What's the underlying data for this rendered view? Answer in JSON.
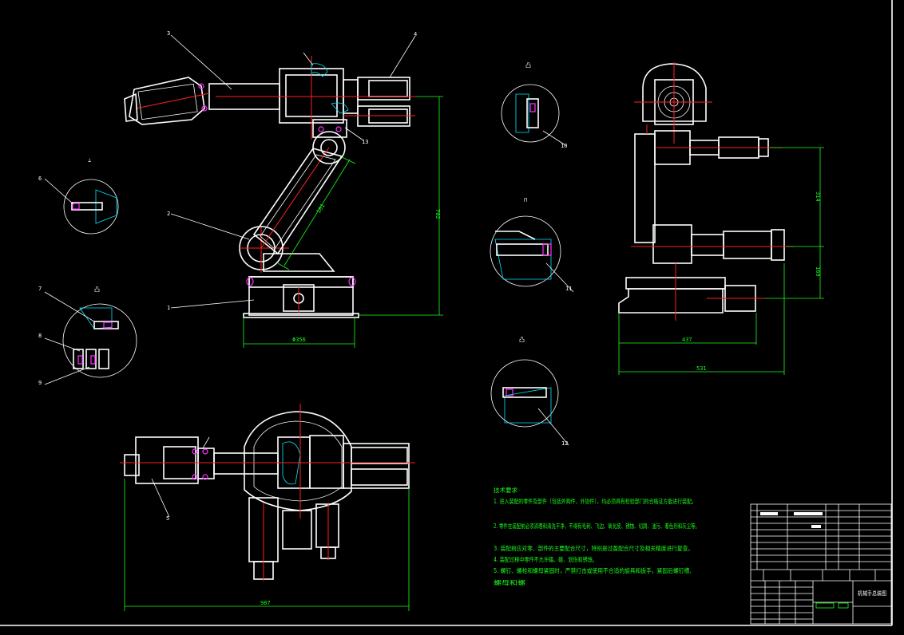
{
  "drawing": {
    "part_labels": [
      "1",
      "2",
      "3",
      "4",
      "5",
      "6",
      "7",
      "8",
      "9",
      "10",
      "11",
      "12",
      "13"
    ],
    "dimensions": {
      "base_diameter": "Φ356",
      "upper_arm": "181",
      "total_height": "702",
      "side_base_width": "437",
      "side_total_width": "531",
      "side_upper": "314",
      "side_lower": "169",
      "top_length": "987"
    },
    "technical_requirements": {
      "title": "技术要求",
      "lines": [
        "1. 进入装配的零件及部件（包括外购件、外协件），均必须具有检验部门的合格证方能进行装配。",
        "2. 零件在装配前必须清理和清洗干净，不得有毛刺、飞边、氧化皮、锈蚀、切屑、油污、着色剂和灰尘等。",
        "3. 装配前应对零、部件的主要配合尺寸，特别是过盈配合尺寸及相关精度进行复查。",
        "4. 装配过程中零件不允许磕、碰、划伤和锈蚀。",
        "5. 螺钉、螺栓和螺母紧固时，严禁打击或使用不合适的旋具和扳手，紧固后螺钉槽、",
        "螺母和螺"
      ]
    },
    "title_block": {
      "drawing_name": "机械手总装图",
      "small_label": "总装图"
    },
    "colors": {
      "outline": "#ffffff",
      "centerline": "#ff2020",
      "dimension": "#19ff19",
      "fastener": "#ff33ff",
      "hatch": "#00e5ff",
      "background": "#000000"
    }
  }
}
